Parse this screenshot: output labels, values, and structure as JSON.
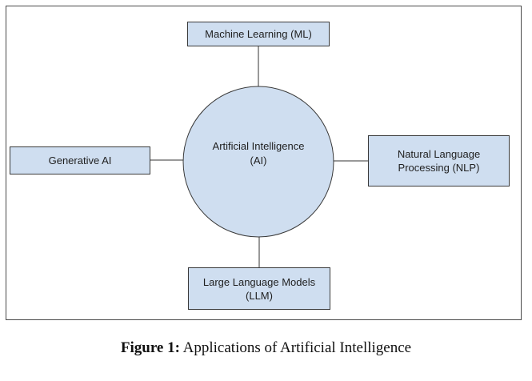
{
  "diagram": {
    "center": {
      "label": "Artificial Intelligence\n(AI)"
    },
    "nodes": {
      "top": {
        "label": "Machine Learning (ML)"
      },
      "left": {
        "label": "Generative AI"
      },
      "right": {
        "label": "Natural Language\nProcessing (NLP)"
      },
      "bottom": {
        "label": "Large Language Models\n(LLM)"
      }
    },
    "colors": {
      "node_fill": "#cfdef0",
      "outline": "#3a3a3a",
      "connector": "#333333"
    }
  },
  "caption": {
    "prefix": "Figure 1:",
    "text": " Applications of Artificial Intelligence"
  }
}
